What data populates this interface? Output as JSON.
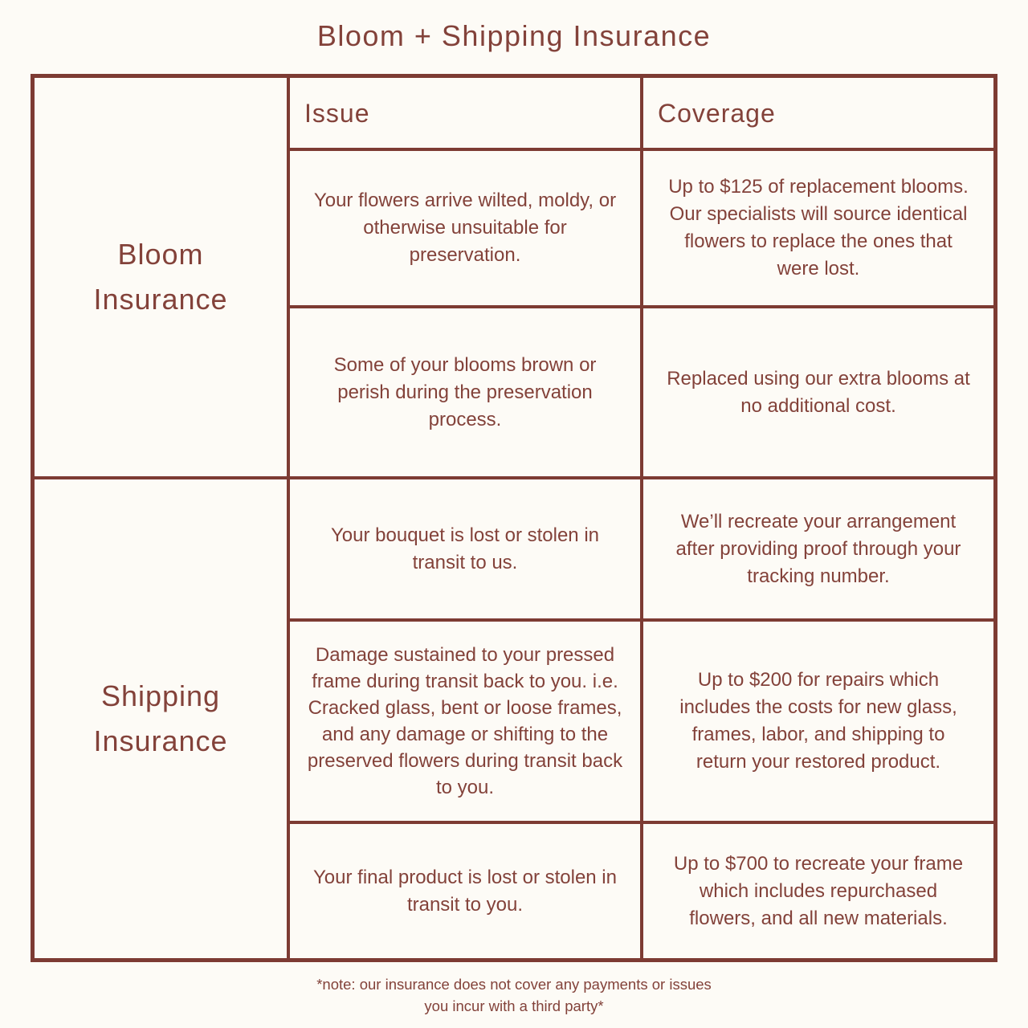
{
  "page": {
    "title": "Bloom + Shipping Insurance",
    "note_line1": "*note: our insurance does not cover any payments or issues",
    "note_line2": "you incur with a third party*"
  },
  "table": {
    "headers": {
      "issue": "Issue",
      "coverage": "Coverage"
    },
    "sections": [
      {
        "label": "Bloom Insurance",
        "rows": [
          {
            "issue": "Your flowers arrive wilted, moldy, or otherwise unsuitable for preservation.",
            "coverage": "Up to $125 of replacement blooms. Our specialists will source identical flowers to replace the ones that were lost."
          },
          {
            "issue": "Some of your blooms brown or perish during the preservation process.",
            "coverage": "Replaced using our extra blooms at no additional cost."
          }
        ]
      },
      {
        "label": "Shipping Insurance",
        "rows": [
          {
            "issue": "Your bouquet is lost or stolen in transit to us.",
            "coverage": "We’ll recreate your arrangement after providing proof through your tracking number."
          },
          {
            "issue": "Damage sustained to your pressed frame during transit back to you. i.e. Cracked glass, bent or loose frames, and any damage or shifting to the preserved flowers during transit back to you.",
            "coverage": "Up to $200 for repairs which includes the costs for new glass, frames, labor, and shipping to return your restored product."
          },
          {
            "issue": "Your final product is lost or stolen in transit to you.",
            "coverage": "Up to $700 to recreate your frame which includes repurchased flowers, and all new materials."
          }
        ]
      }
    ]
  },
  "colors": {
    "maroon": "#7d3b33",
    "text": "#83423a",
    "bg": "#fdfbf6"
  }
}
